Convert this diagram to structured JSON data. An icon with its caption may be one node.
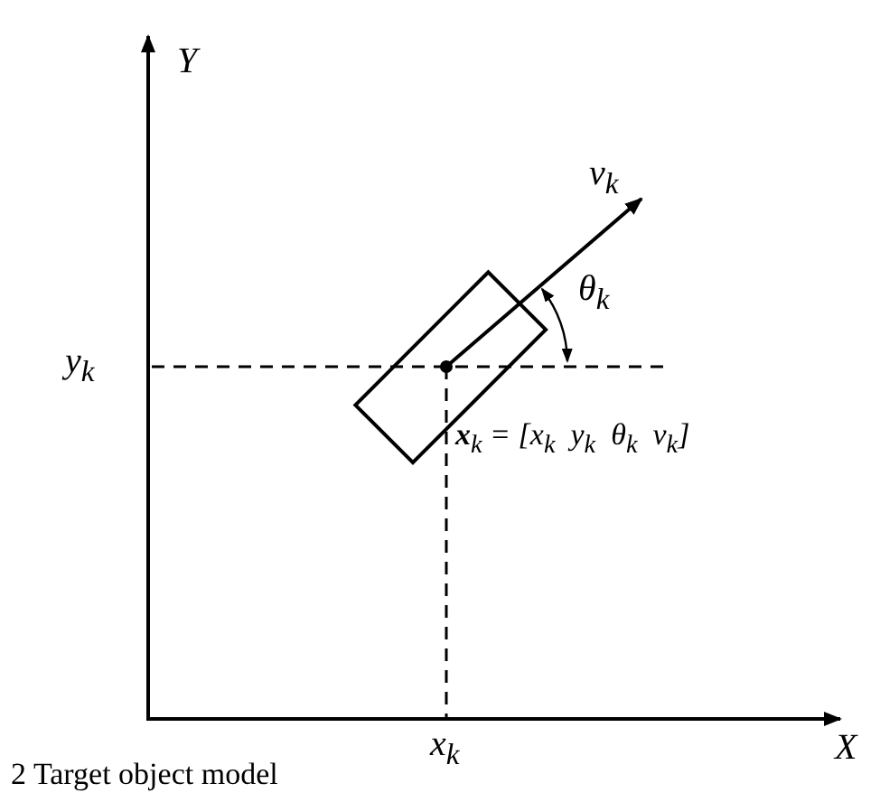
{
  "diagram": {
    "caption": "2 Target object model",
    "labels": [
      "Y",
      "v$_{k}$",
      "θ$_{k}$",
      "y$_{k}$",
      "**x**$_{k}$ = [x$_{k}$  y$_{k}$  θ$_{k}$  v$_{k}$]",
      "x$_{k}$",
      "X"
    ]
  }
}
